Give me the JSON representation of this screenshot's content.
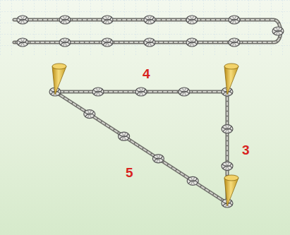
{
  "diagram": {
    "labels": [
      "4",
      "3",
      "5"
    ]
  }
}
